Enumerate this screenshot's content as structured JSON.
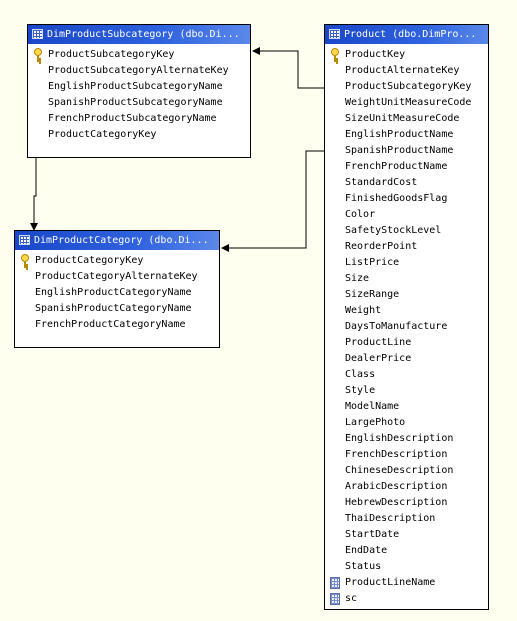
{
  "tables": {
    "subcategory": {
      "title": "DimProductSubcategory (dbo.Di...",
      "columns": [
        {
          "name": "ProductSubcategoryKey",
          "icon": "key-icon"
        },
        {
          "name": "ProductSubcategoryAlternateKey",
          "icon": ""
        },
        {
          "name": "EnglishProductSubcategoryName",
          "icon": ""
        },
        {
          "name": "SpanishProductSubcategoryName",
          "icon": ""
        },
        {
          "name": "FrenchProductSubcategoryName",
          "icon": ""
        },
        {
          "name": "ProductCategoryKey",
          "icon": ""
        }
      ]
    },
    "category": {
      "title": "DimProductCategory (dbo.Di...",
      "columns": [
        {
          "name": "ProductCategoryKey",
          "icon": "key-icon"
        },
        {
          "name": "ProductCategoryAlternateKey",
          "icon": ""
        },
        {
          "name": "EnglishProductCategoryName",
          "icon": ""
        },
        {
          "name": "SpanishProductCategoryName",
          "icon": ""
        },
        {
          "name": "FrenchProductCategoryName",
          "icon": ""
        }
      ]
    },
    "product": {
      "title": "Product (dbo.DimPro...",
      "columns": [
        {
          "name": "ProductKey",
          "icon": "key-icon"
        },
        {
          "name": "ProductAlternateKey",
          "icon": ""
        },
        {
          "name": "ProductSubcategoryKey",
          "icon": ""
        },
        {
          "name": "WeightUnitMeasureCode",
          "icon": ""
        },
        {
          "name": "SizeUnitMeasureCode",
          "icon": ""
        },
        {
          "name": "EnglishProductName",
          "icon": ""
        },
        {
          "name": "SpanishProductName",
          "icon": ""
        },
        {
          "name": "FrenchProductName",
          "icon": ""
        },
        {
          "name": "StandardCost",
          "icon": ""
        },
        {
          "name": "FinishedGoodsFlag",
          "icon": ""
        },
        {
          "name": "Color",
          "icon": ""
        },
        {
          "name": "SafetyStockLevel",
          "icon": ""
        },
        {
          "name": "ReorderPoint",
          "icon": ""
        },
        {
          "name": "ListPrice",
          "icon": ""
        },
        {
          "name": "Size",
          "icon": ""
        },
        {
          "name": "SizeRange",
          "icon": ""
        },
        {
          "name": "Weight",
          "icon": ""
        },
        {
          "name": "DaysToManufacture",
          "icon": ""
        },
        {
          "name": "ProductLine",
          "icon": ""
        },
        {
          "name": "DealerPrice",
          "icon": ""
        },
        {
          "name": "Class",
          "icon": ""
        },
        {
          "name": "Style",
          "icon": ""
        },
        {
          "name": "ModelName",
          "icon": ""
        },
        {
          "name": "LargePhoto",
          "icon": ""
        },
        {
          "name": "EnglishDescription",
          "icon": ""
        },
        {
          "name": "FrenchDescription",
          "icon": ""
        },
        {
          "name": "ChineseDescription",
          "icon": ""
        },
        {
          "name": "ArabicDescription",
          "icon": ""
        },
        {
          "name": "HebrewDescription",
          "icon": ""
        },
        {
          "name": "ThaiDescription",
          "icon": ""
        },
        {
          "name": "StartDate",
          "icon": ""
        },
        {
          "name": "EndDate",
          "icon": ""
        },
        {
          "name": "Status",
          "icon": ""
        },
        {
          "name": "ProductLineName",
          "icon": "calculated-column-icon"
        },
        {
          "name": "sc",
          "icon": "calculated-column-icon"
        }
      ]
    }
  },
  "colors": {
    "background": "#fffff0",
    "title_bar": "#2f62de",
    "relationship_line": "#000000"
  }
}
